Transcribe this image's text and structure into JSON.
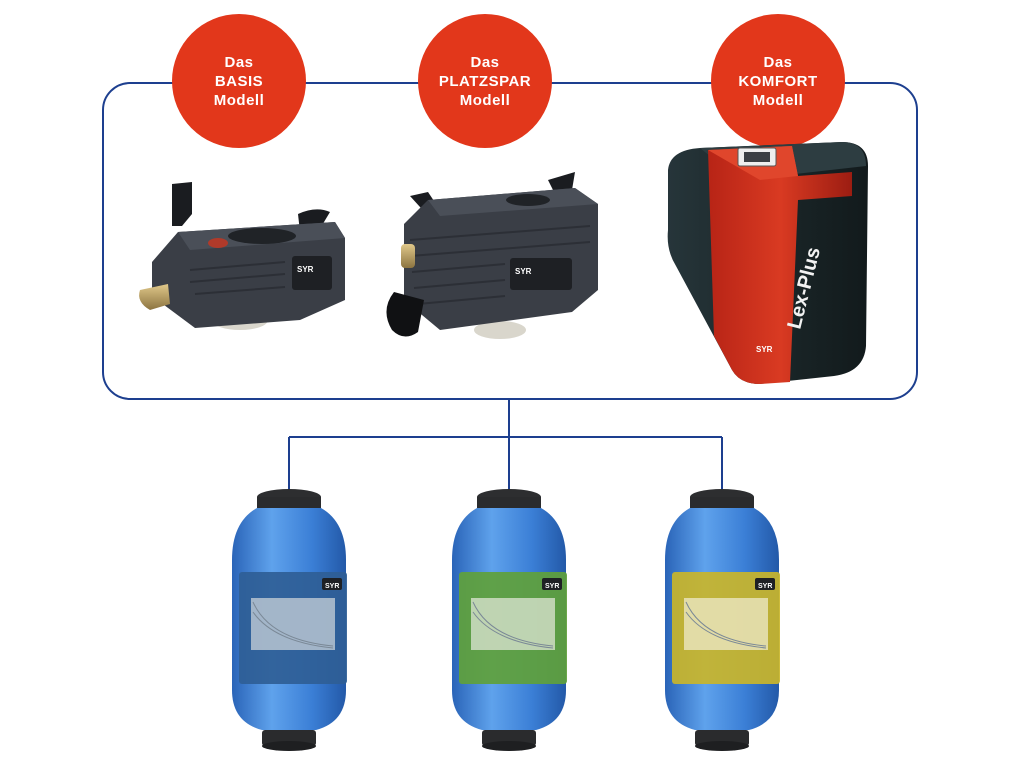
{
  "models": [
    {
      "line1": "Das",
      "line2": "BASIS",
      "line3": "Modell"
    },
    {
      "line1": "Das",
      "line2": "PLATZSPAR",
      "line3": "Modell"
    },
    {
      "line1": "Das",
      "line2": "KOMFORT",
      "line3": "Modell"
    }
  ],
  "brand": {
    "logo": "SYR",
    "komfort_product_name": "Lex-Plus"
  },
  "colors": {
    "accent": "#e2371b",
    "connector": "#1d3f8f",
    "housing": "#3a3e46",
    "cabinet": "#1f2d2c",
    "cartridge": "#3d82d8",
    "label_blue": "#2f5e96",
    "label_green": "#5fa13b",
    "label_yellow": "#c9b52a"
  },
  "icons": [
    "basis-unit-icon",
    "platzspar-unit-icon",
    "komfort-unit-icon",
    "cartridge-icon"
  ]
}
